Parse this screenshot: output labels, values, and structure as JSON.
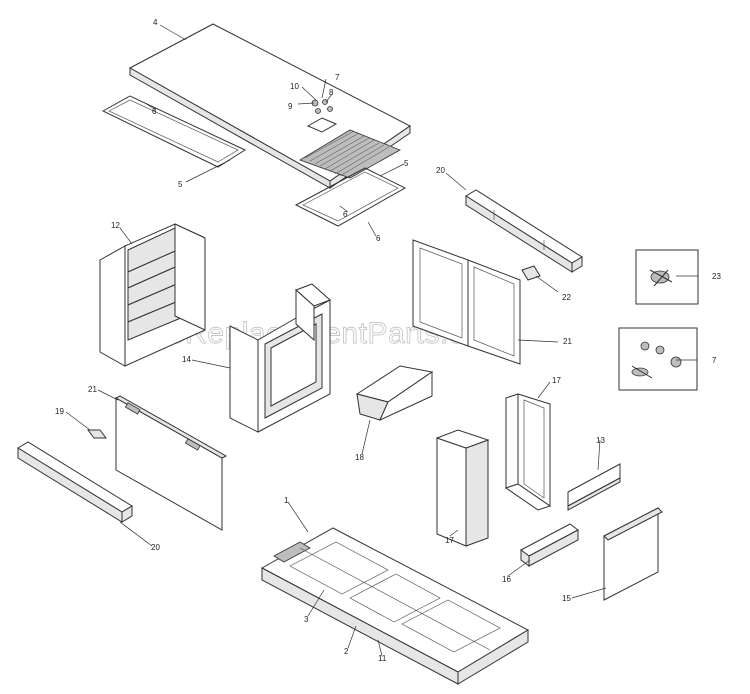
{
  "watermark": "eReplacementParts.com",
  "callouts": {
    "c1": "1",
    "c2": "2",
    "c3": "3",
    "c4": "4",
    "c5a": "5",
    "c5b": "5",
    "c6a": "6",
    "c6b": "6",
    "c6c": "6",
    "c7a": "7",
    "c7b": "7",
    "c8": "8",
    "c9": "9",
    "c10": "10",
    "c11": "11",
    "c12": "12",
    "c13": "13",
    "c14": "14",
    "c15": "15",
    "c16": "16",
    "c17a": "17",
    "c17b": "17",
    "c18": "18",
    "c19": "19",
    "c20a": "20",
    "c20b": "20",
    "c21a": "21",
    "c21b": "21",
    "c22": "22",
    "c23": "23"
  }
}
